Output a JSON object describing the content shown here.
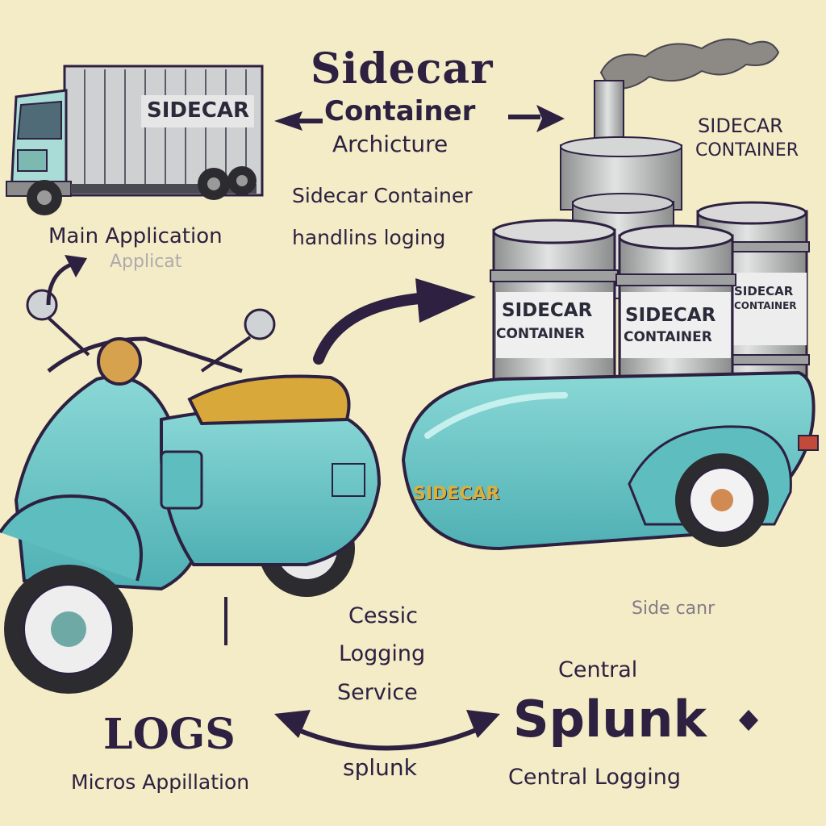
{
  "title": {
    "line1": "Sidecar",
    "line2": "Container",
    "line3": "Archicture"
  },
  "labels": {
    "truck_sign": "SIDECAR",
    "top_right": [
      "SIDECAR",
      "CONTAINER"
    ],
    "handling": [
      "Sidecar Container",
      "handlins loging"
    ],
    "main_app": "Main Application",
    "main_app_ghost": "Applicat",
    "barrel_1": [
      "SIDECAR",
      "CONTAINER"
    ],
    "barrel_2": [
      "SIDECAR",
      "CONTAINER"
    ],
    "barrel_3": [
      "SIDECAR",
      "CONTAINER"
    ],
    "sidecar_body": "SIDECAR",
    "side_car_faded": "Side  canr",
    "logging_service": [
      "Cessic",
      "Logging",
      "Service"
    ],
    "central_top": "Central",
    "splunk_big": "Splunk",
    "central_logging": "Central Logging",
    "logs": "LOGS",
    "micros": "Micros Appillation",
    "splunk_small": "splunk"
  },
  "colors": {
    "background": "#f3ecc7",
    "scooter": "#6cc7c7",
    "seat": "#d9a83a",
    "metal": "#b7b8b8",
    "ink": "#2d2040"
  }
}
